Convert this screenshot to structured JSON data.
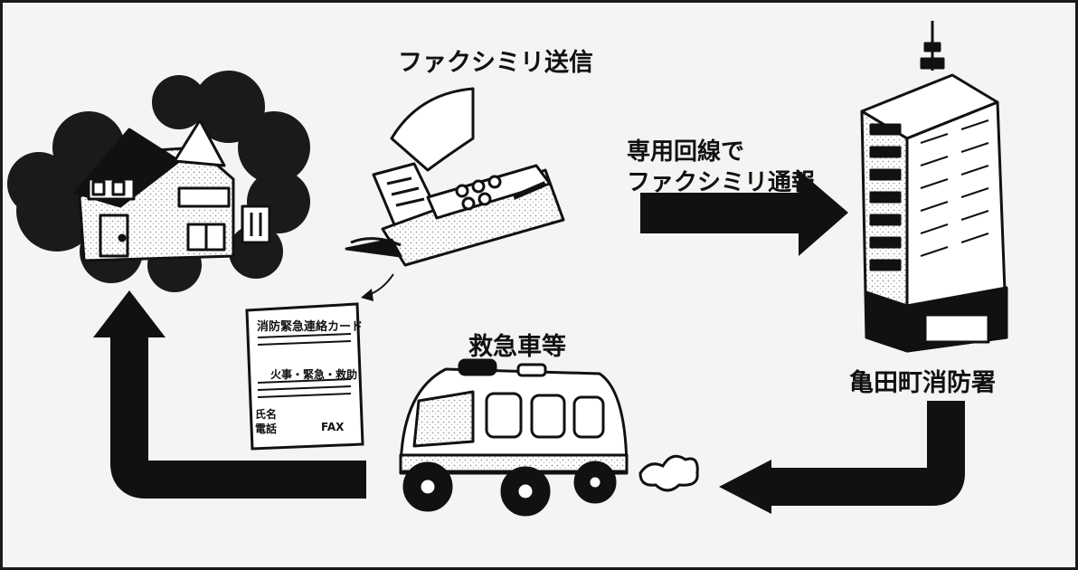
{
  "labels": {
    "fax_transmission": "ファクシミリ送信",
    "route_line1": "専用回線で",
    "route_line2": "ファクシミリ通報",
    "ambulance": "救急車等",
    "fire_station": "亀田町消防署"
  },
  "card": {
    "title": "消防緊急連絡カード",
    "incident_types": "火事・緊急・救助",
    "name_label": "氏名",
    "phone_label": "電話",
    "fax_label": "FAX"
  },
  "colors": {
    "ink": "#111111",
    "paper": "#f4f4f2",
    "smoke": "#1a1a1a",
    "stipple": "#d6d6d2"
  }
}
